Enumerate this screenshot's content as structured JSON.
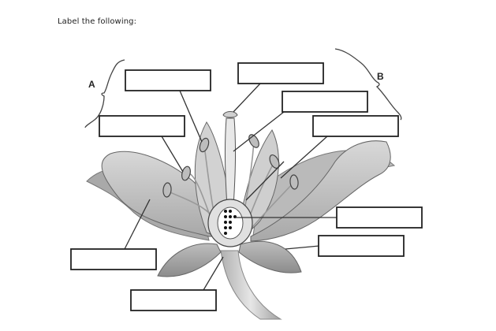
{
  "instruction": "Label the following:",
  "group_labels": {
    "a": "A",
    "b": "B"
  },
  "answer_boxes": [
    {
      "id": "box-1",
      "value": ""
    },
    {
      "id": "box-2",
      "value": ""
    },
    {
      "id": "box-3",
      "value": ""
    },
    {
      "id": "box-4",
      "value": ""
    },
    {
      "id": "box-5",
      "value": ""
    },
    {
      "id": "box-6",
      "value": ""
    },
    {
      "id": "box-7",
      "value": ""
    },
    {
      "id": "box-8",
      "value": ""
    },
    {
      "id": "box-9",
      "value": ""
    },
    {
      "id": "box-10",
      "value": ""
    }
  ],
  "colors": {
    "petal": "#c9c9c9",
    "petal_shadow": "#9a9a9a",
    "outline": "#555555",
    "line": "#333333"
  }
}
